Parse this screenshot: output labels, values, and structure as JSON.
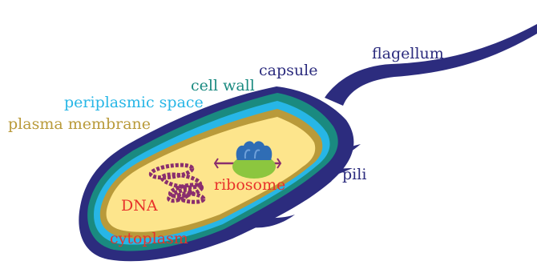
{
  "labels": {
    "flagellum": "flagellum",
    "capsule": "capsule",
    "cell_wall": "cell wall",
    "periplasmic_space": "periplasmic space",
    "plasma_membrane": "plasma membrane",
    "pili": "pili",
    "ribosome": "ribosome",
    "dna": "DNA",
    "cytoplasm": "cytoplasm"
  },
  "colors": {
    "capsule": "#2c2c7e",
    "cell_wall": "#1a8a80",
    "periplasmic_space": "#27b6e6",
    "plasma_membrane": "#b99a3a",
    "cytoplasm": "#fde58c",
    "dna": "#8a2e6e",
    "ribosome_large": "#2f6db5",
    "ribosome_small": "#8cc63f",
    "label_red": "#e8322b"
  }
}
